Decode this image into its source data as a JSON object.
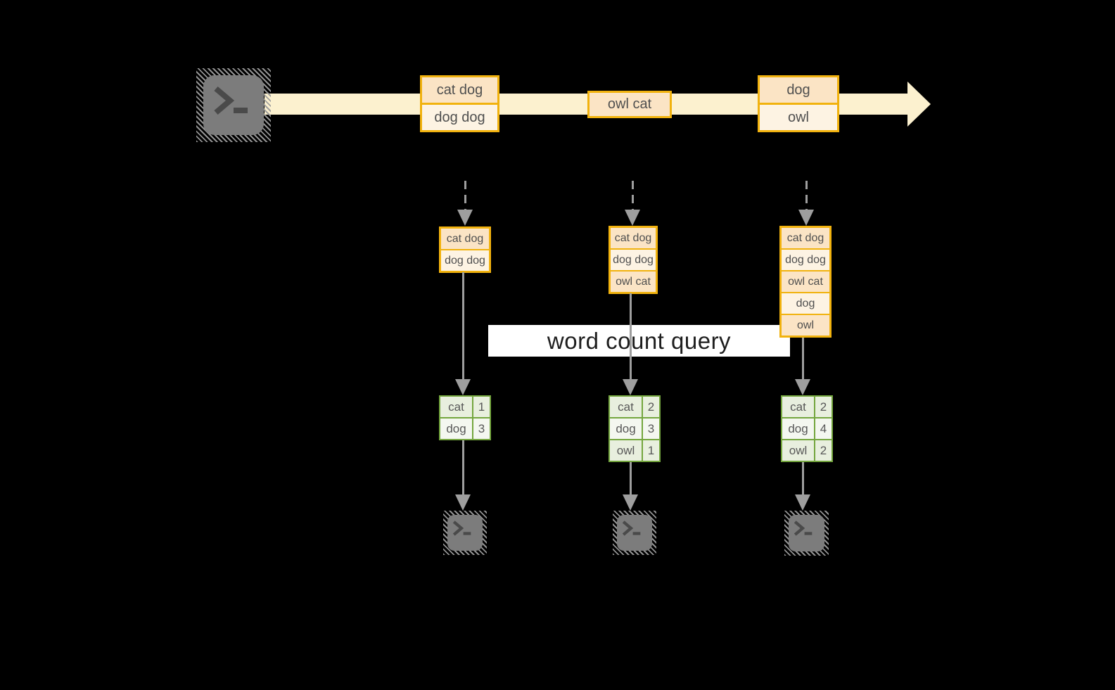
{
  "diagram": {
    "kind": "streaming word-count dataflow",
    "query_label": "word count query",
    "colors": {
      "background": "#000000",
      "stream_band": "#FCF1CF",
      "record_border": "#F1B20E",
      "record_fill_dark": "#FBE4C5",
      "record_fill_light": "#FDF3E3",
      "table_border": "#74A63E",
      "table_row_odd": "#E8EFDE",
      "table_row_even": "#F4F7F0",
      "arrow_gray": "#9E9E9E",
      "terminal_gray": "#7C7C7C",
      "text_gray": "#4F4F4F"
    },
    "stream": {
      "records": [
        {
          "group": [
            "cat dog",
            "dog dog"
          ]
        },
        {
          "group": [
            "owl cat"
          ]
        },
        {
          "group": [
            "dog",
            "owl"
          ]
        }
      ]
    },
    "columns": [
      {
        "buffer": [
          "cat dog",
          "dog dog"
        ],
        "counts": [
          {
            "word": "cat",
            "count": "1"
          },
          {
            "word": "dog",
            "count": "3"
          }
        ]
      },
      {
        "buffer": [
          "cat dog",
          "dog dog",
          "owl cat"
        ],
        "counts": [
          {
            "word": "cat",
            "count": "2"
          },
          {
            "word": "dog",
            "count": "3"
          },
          {
            "word": "owl",
            "count": "1"
          }
        ]
      },
      {
        "buffer": [
          "cat dog",
          "dog dog",
          "owl cat",
          "dog",
          "owl"
        ],
        "counts": [
          {
            "word": "cat",
            "count": "2"
          },
          {
            "word": "dog",
            "count": "4"
          },
          {
            "word": "owl",
            "count": "2"
          }
        ]
      }
    ]
  }
}
